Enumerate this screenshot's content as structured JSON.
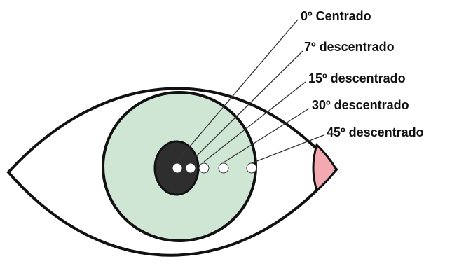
{
  "labels": {
    "deg0": "0º Centrado",
    "deg7": "7º descentrado",
    "deg15": "15º descentrado",
    "deg30": "30º descentrado",
    "deg45": "45º descentrado"
  },
  "colors": {
    "outline": "#111111",
    "iris": "#cfe6d4",
    "pupil": "#2e2e2e",
    "caruncle": "#f2aab0",
    "marker": "#ffffff",
    "leader_line": "#333333"
  }
}
